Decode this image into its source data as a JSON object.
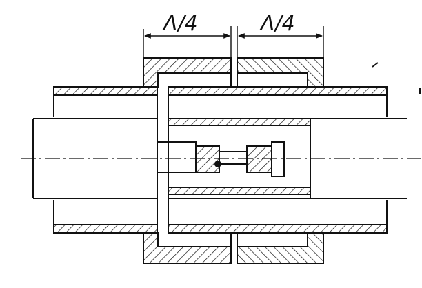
{
  "figure": {
    "kind": "mechanical cross-section",
    "dimensions": [
      {
        "label": "Λ/4"
      },
      {
        "label": "Λ/4"
      }
    ],
    "colors": {
      "ink": "#111111",
      "background": "#ffffff"
    }
  }
}
